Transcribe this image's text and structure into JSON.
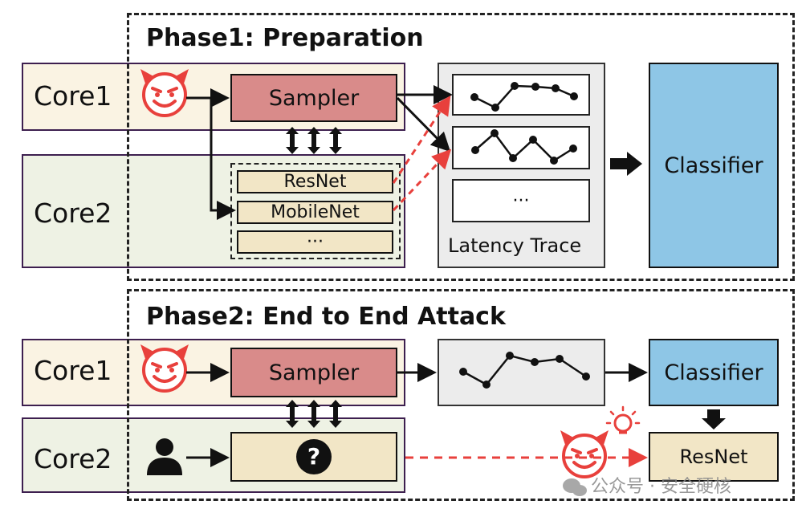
{
  "phase1": {
    "title": "Phase1: Preparation",
    "core1_label": "Core1",
    "core2_label": "Core2",
    "sampler_label": "Sampler",
    "models": [
      "ResNet",
      "MobileNet",
      "···"
    ],
    "trace_ellipsis": "···",
    "trace_label": "Latency Trace",
    "classifier_label": "Classifier"
  },
  "phase2": {
    "title": "Phase2: End to End Attack",
    "core1_label": "Core1",
    "core2_label": "Core2",
    "sampler_label": "Sampler",
    "classifier_label": "Classifier",
    "result_label": "ResNet",
    "unknown_symbol": "?"
  },
  "watermark": {
    "text": "公众号 · 安全硬核"
  },
  "colors": {
    "core1_bg": "#faf3e3",
    "core2_bg": "#eef2e4",
    "core_border": "#3d1f4f",
    "sampler_fill": "#d98b8a",
    "model_fill": "#f2e6c6",
    "trace_panel": "#ececec",
    "classifier_fill": "#8ec6e6",
    "devil": "#e8403c",
    "attack_arrow": "#e8403c"
  },
  "icons": [
    "devil-icon",
    "user-icon",
    "question-icon",
    "lightbulb-icon",
    "wechat-icon"
  ]
}
